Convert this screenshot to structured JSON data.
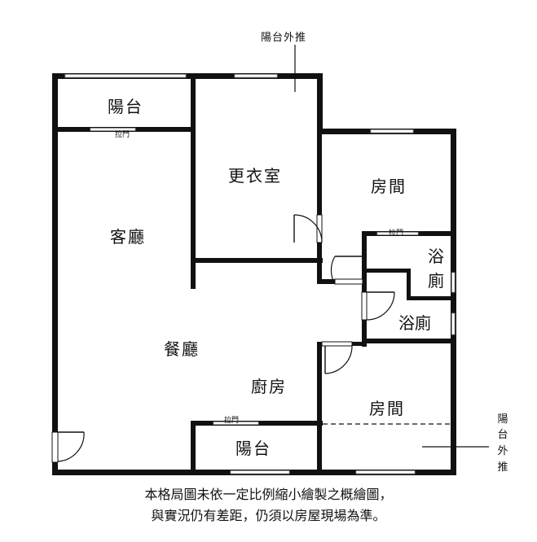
{
  "rooms": {
    "balcony_top": "陽台",
    "dressing_room": "更衣室",
    "bedroom_top": "房間",
    "living_room": "客廳",
    "dining_room": "餐廳",
    "kitchen": "廚房",
    "bathroom_1_line1": "浴",
    "bathroom_1_line2": "廁",
    "bathroom_2": "浴廁",
    "bedroom_bottom": "房間",
    "balcony_bottom": "陽台"
  },
  "sliding_door_label": "拉門",
  "annotations": {
    "top_note": "陽台外推",
    "right_note_chars": [
      "陽",
      "台",
      "外",
      "推"
    ]
  },
  "disclaimer": {
    "line1": "本格局圖未依一定比例縮小繪製之概繪圖，",
    "line2": "與實況仍有差距，仍須以房屋現場為準。"
  }
}
